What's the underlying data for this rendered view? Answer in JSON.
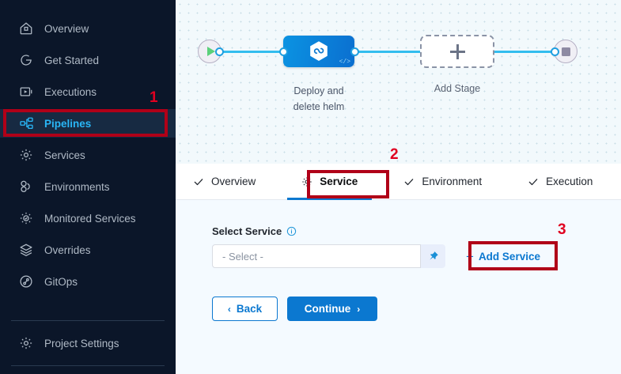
{
  "sidebar": {
    "items": [
      {
        "label": "Overview",
        "icon": "home-icon",
        "active": false
      },
      {
        "label": "Get Started",
        "icon": "get-started-icon",
        "active": false
      },
      {
        "label": "Executions",
        "icon": "executions-icon",
        "active": false
      },
      {
        "label": "Pipelines",
        "icon": "pipelines-icon",
        "active": true
      },
      {
        "label": "Services",
        "icon": "gear-icon",
        "active": false
      },
      {
        "label": "Environments",
        "icon": "environments-icon",
        "active": false
      },
      {
        "label": "Monitored Services",
        "icon": "monitored-services-icon",
        "active": false
      },
      {
        "label": "Overrides",
        "icon": "layers-icon",
        "active": false
      },
      {
        "label": "GitOps",
        "icon": "gitops-icon",
        "active": false
      }
    ],
    "bottom": {
      "label": "Project Settings",
      "icon": "gear-icon"
    },
    "colors": {
      "background": "#0b1629",
      "active_text": "#29b6f6",
      "active_bg": "#172a42",
      "text": "#b0bac6"
    }
  },
  "canvas": {
    "start_node": "start-play-node",
    "end_node": "end-stop-node",
    "stage": {
      "label": "Deploy and\ndelete helm",
      "label_line1": "Deploy and",
      "label_line2": "delete helm",
      "icon": "deployment-hexagon-icon",
      "code_mark": "</>"
    },
    "add_stage": {
      "label": "Add Stage",
      "icon": "plus-icon"
    },
    "connector_color": "#33bdee"
  },
  "tabs": [
    {
      "label": "Overview",
      "icon": "check-icon",
      "active": false
    },
    {
      "label": "Service",
      "icon": "gear-icon",
      "active": true
    },
    {
      "label": "Environment",
      "icon": "check-icon",
      "active": false
    },
    {
      "label": "Execution",
      "icon": "check-icon",
      "active": false
    }
  ],
  "form": {
    "field_label": "Select Service",
    "info_icon": "info-icon",
    "select_placeholder": "- Select -",
    "pin_icon": "pin-icon",
    "add_service_label": "Add Service",
    "add_service_plus": "+",
    "back_label": "Back",
    "back_chevron": "‹",
    "continue_label": "Continue",
    "continue_chevron": "›",
    "accent_color": "#0b78d0"
  },
  "annotations": [
    {
      "number": "1",
      "target": "sidebar-item-pipelines"
    },
    {
      "number": "2",
      "target": "tab-service"
    },
    {
      "number": "3",
      "target": "add-service-button"
    }
  ]
}
